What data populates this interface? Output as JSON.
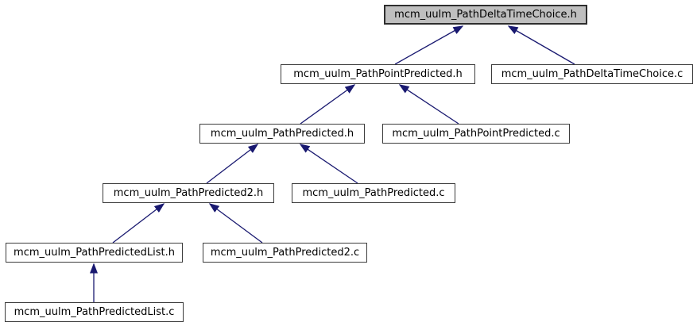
{
  "diagram": {
    "type": "include-dependency-graph",
    "colors": {
      "background": "#ffffff",
      "node_fill": "#ffffff",
      "node_border": "#3c3c3c",
      "highlight_node_fill": "#bfbfbf",
      "edge": "#191970",
      "text": "#000000"
    },
    "nodes": [
      {
        "id": "delta_time_choice_h",
        "label": "mcm_uulm_PathDeltaTimeChoice.h",
        "highlighted": true
      },
      {
        "id": "path_point_predicted_h",
        "label": "mcm_uulm_PathPointPredicted.h",
        "highlighted": false
      },
      {
        "id": "delta_time_choice_c",
        "label": "mcm_uulm_PathDeltaTimeChoice.c",
        "highlighted": false
      },
      {
        "id": "path_predicted_h",
        "label": "mcm_uulm_PathPredicted.h",
        "highlighted": false
      },
      {
        "id": "path_point_predicted_c",
        "label": "mcm_uulm_PathPointPredicted.c",
        "highlighted": false
      },
      {
        "id": "path_predicted2_h",
        "label": "mcm_uulm_PathPredicted2.h",
        "highlighted": false
      },
      {
        "id": "path_predicted_c",
        "label": "mcm_uulm_PathPredicted.c",
        "highlighted": false
      },
      {
        "id": "path_predicted_list_h",
        "label": "mcm_uulm_PathPredictedList.h",
        "highlighted": false
      },
      {
        "id": "path_predicted2_c",
        "label": "mcm_uulm_PathPredicted2.c",
        "highlighted": false
      },
      {
        "id": "path_predicted_list_c",
        "label": "mcm_uulm_PathPredictedList.c",
        "highlighted": false
      }
    ],
    "edges": [
      {
        "from": "path_point_predicted_h",
        "to": "delta_time_choice_h"
      },
      {
        "from": "delta_time_choice_c",
        "to": "delta_time_choice_h"
      },
      {
        "from": "path_predicted_h",
        "to": "path_point_predicted_h"
      },
      {
        "from": "path_point_predicted_c",
        "to": "path_point_predicted_h"
      },
      {
        "from": "path_predicted2_h",
        "to": "path_predicted_h"
      },
      {
        "from": "path_predicted_c",
        "to": "path_predicted_h"
      },
      {
        "from": "path_predicted_list_h",
        "to": "path_predicted2_h"
      },
      {
        "from": "path_predicted2_c",
        "to": "path_predicted2_h"
      },
      {
        "from": "path_predicted_list_c",
        "to": "path_predicted_list_h"
      }
    ]
  }
}
